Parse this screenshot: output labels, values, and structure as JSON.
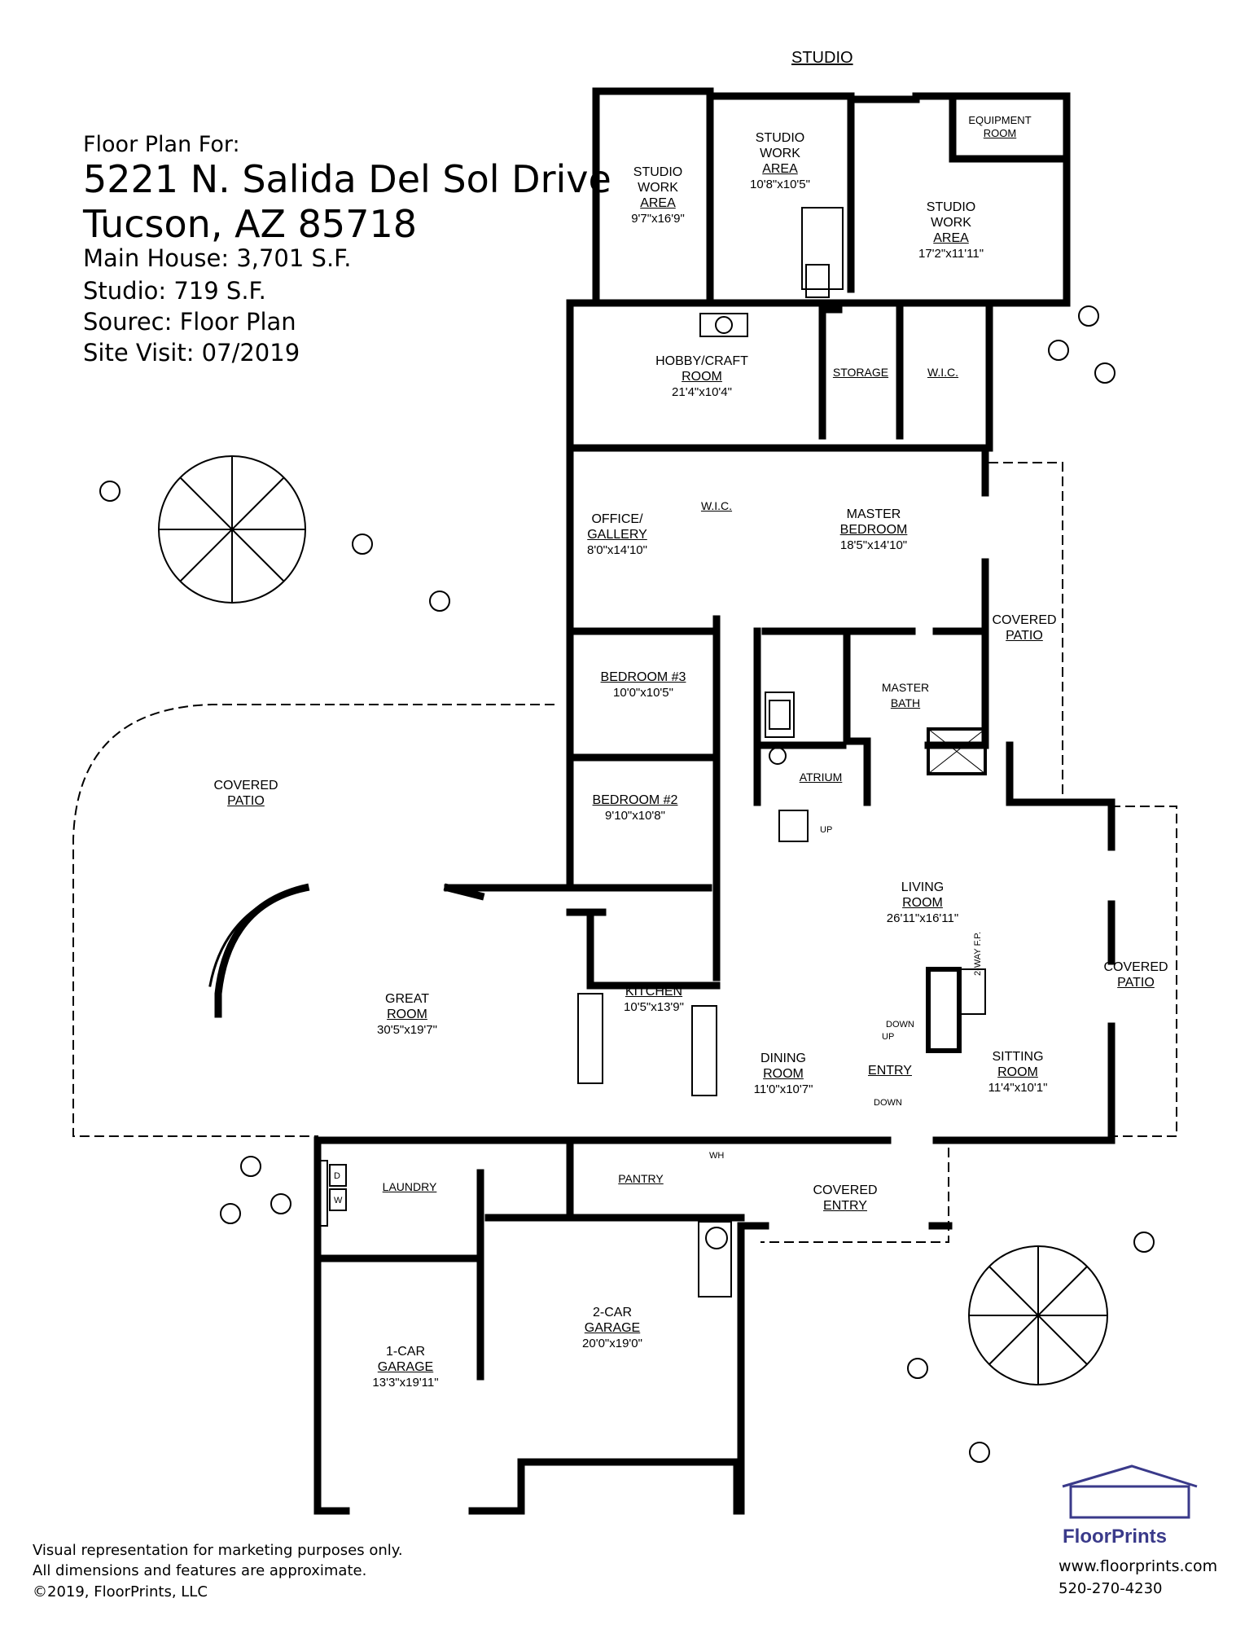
{
  "header": {
    "intro": "Floor Plan For:",
    "address_line1": "5221 N. Salida Del Sol Drive",
    "address_line2": "Tucson, AZ 85718",
    "main_house": "Main House:  3,701 S.F.",
    "studio": "Studio:  719 S.F.",
    "source": "Sourec:  Floor Plan",
    "site_visit": "Site Visit:  07/2019"
  },
  "studio_title": "STUDIO",
  "rooms": {
    "studio_work_1": {
      "l1": "STUDIO",
      "l2": "WORK",
      "l3": "AREA",
      "dim": "9'7\"x16'9\""
    },
    "studio_work_2": {
      "l1": "STUDIO",
      "l2": "WORK",
      "l3": "AREA",
      "dim": "10'8\"x10'5\""
    },
    "studio_work_3": {
      "l1": "STUDIO",
      "l2": "WORK",
      "l3": "AREA",
      "dim": "17'2\"x11'11\""
    },
    "equipment": {
      "l1": "EQUIPMENT",
      "l2": "ROOM"
    },
    "hobby": {
      "l1": "HOBBY/CRAFT",
      "l2": "ROOM",
      "dim": "21'4\"x10'4\""
    },
    "storage": {
      "l1": "STORAGE"
    },
    "wic_top": {
      "l1": "W.I.C."
    },
    "wic_mid": {
      "l1": "W.I.C."
    },
    "office": {
      "l1": "OFFICE/",
      "l2": "GALLERY",
      "dim": "8'0\"x14'10\""
    },
    "master_bedroom": {
      "l1": "MASTER",
      "l2": "BEDROOM",
      "dim": "18'5\"x14'10\""
    },
    "covered_patio_right_top": {
      "l1": "COVERED",
      "l2": "PATIO"
    },
    "bedroom3": {
      "l1": "BEDROOM #3",
      "dim": "10'0\"x10'5\""
    },
    "master_bath": {
      "l1": "MASTER",
      "l2": "BATH"
    },
    "covered_patio_left": {
      "l1": "COVERED",
      "l2": "PATIO"
    },
    "atrium": {
      "l1": "ATRIUM"
    },
    "bedroom2": {
      "l1": "BEDROOM #2",
      "dim": "9'10\"x10'8\""
    },
    "living": {
      "l1": "LIVING",
      "l2": "ROOM",
      "dim": "26'11\"x16'11\""
    },
    "covered_patio_right": {
      "l1": "COVERED",
      "l2": "PATIO"
    },
    "great_room": {
      "l1": "GREAT",
      "l2": "ROOM",
      "dim": "30'5\"x19'7\""
    },
    "kitchen": {
      "l1": "KITCHEN",
      "dim": "10'5\"x13'9\""
    },
    "dining": {
      "l1": "DINING",
      "l2": "ROOM",
      "dim": "11'0\"x10'7\""
    },
    "entry": {
      "l1": "ENTRY"
    },
    "sitting": {
      "l1": "SITTING",
      "l2": "ROOM",
      "dim": "11'4\"x10'1\""
    },
    "laundry": {
      "l1": "LAUNDRY"
    },
    "pantry": {
      "l1": "PANTRY"
    },
    "covered_entry": {
      "l1": "COVERED",
      "l2": "ENTRY"
    },
    "garage2": {
      "l1": "2-CAR",
      "l2": "GARAGE",
      "dim": "20'0\"x19'0\""
    },
    "garage1": {
      "l1": "1-CAR",
      "l2": "GARAGE",
      "dim": "13'3\"x19'11\""
    }
  },
  "labels": {
    "up1": "UP",
    "down1": "DOWN",
    "up2": "UP",
    "down2": "DOWN",
    "fp1": "2-WAY",
    "fp2": "F.P.",
    "wh": "WH",
    "d": "D",
    "w": "W"
  },
  "footer": {
    "line1": "Visual representation for marketing purposes only.",
    "line2": "All dimensions and features are approximate.",
    "line3": "©2019, FloorPrints, LLC",
    "brand": "FloorPrints",
    "website": "www.floorprints.com",
    "phone": "520-270-4230"
  },
  "colors": {
    "wall": "#000000",
    "logo": "#3a3a8a"
  }
}
